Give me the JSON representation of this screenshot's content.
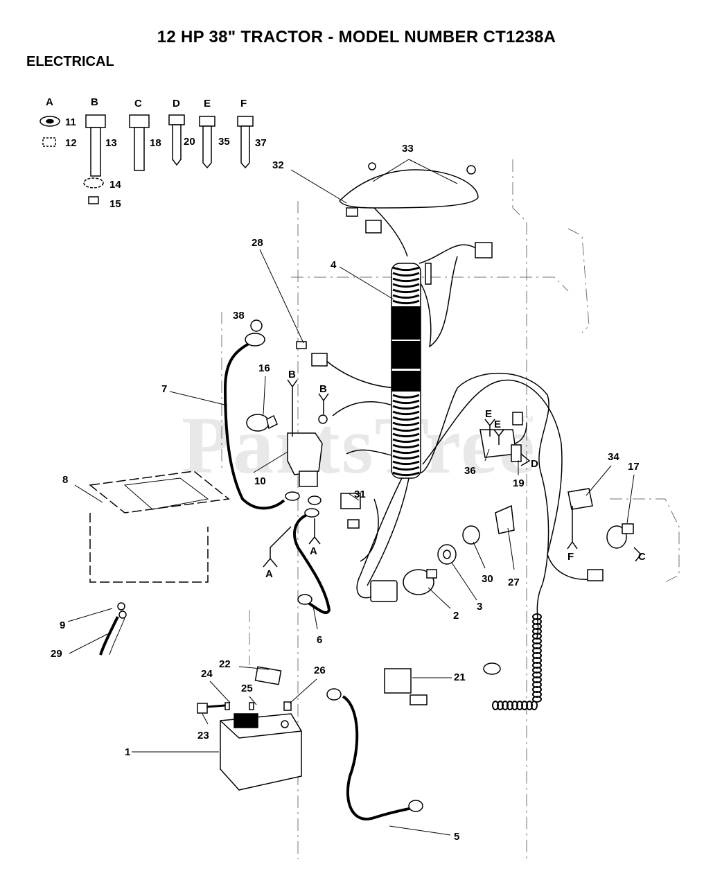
{
  "title": "12 HP 38\" TRACTOR - MODEL NUMBER CT1238A",
  "section": "ELECTRICAL",
  "watermark": "PartsTree",
  "watermark_tm": "TM",
  "hardware_columns": [
    "A",
    "B",
    "C",
    "D",
    "E",
    "F"
  ],
  "hardware_numbers": [
    "11",
    "12",
    "13",
    "14",
    "15",
    "18",
    "20",
    "35",
    "37"
  ],
  "ref_letters": {
    "b1": "B",
    "b2": "B",
    "a1": "A",
    "a2": "A",
    "e1": "E",
    "e2": "E",
    "d": "D",
    "f": "F",
    "c": "C"
  },
  "part_numbers": {
    "p1": "1",
    "p2": "2",
    "p3": "3",
    "p4": "4",
    "p5": "5",
    "p6": "6",
    "p7": "7",
    "p8": "8",
    "p9": "9",
    "p10": "10",
    "p16": "16",
    "p17": "17",
    "p19": "19",
    "p21": "21",
    "p22": "22",
    "p23": "23",
    "p24": "24",
    "p25": "25",
    "p26": "26",
    "p27": "27",
    "p28": "28",
    "p29": "29",
    "p30": "30",
    "p31": "31",
    "p32": "32",
    "p33": "33",
    "p34": "34",
    "p36": "36",
    "p38": "38"
  }
}
